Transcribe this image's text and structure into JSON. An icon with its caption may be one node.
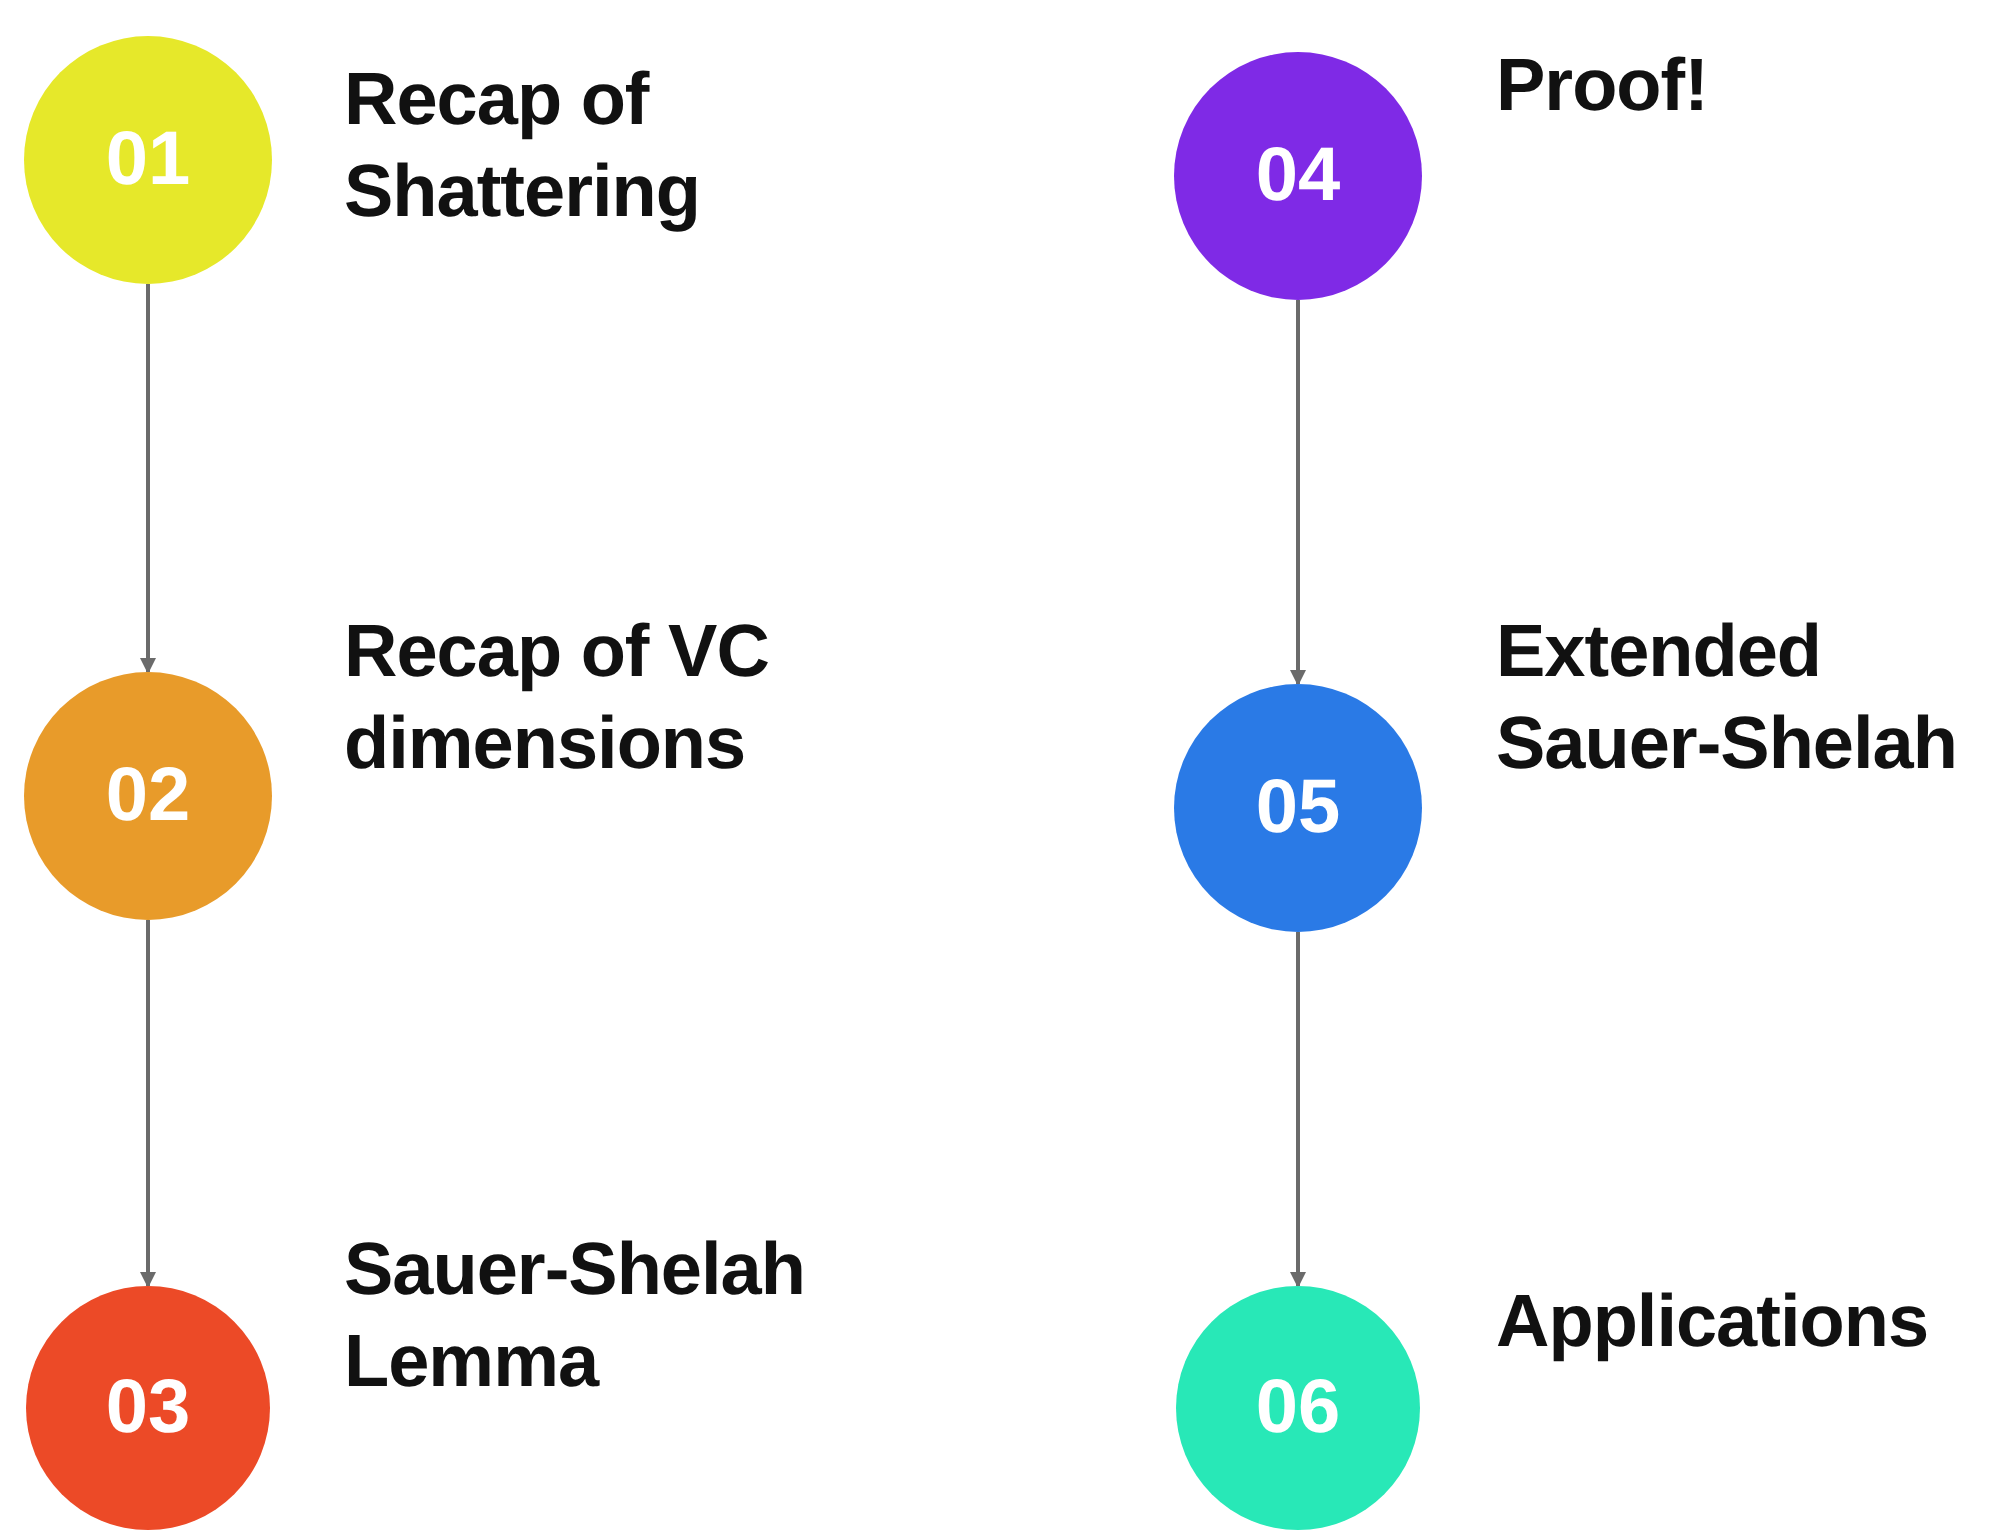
{
  "diagram": {
    "nodes": [
      {
        "text": [
          "01",
          "Recap of Shattering"
        ]
      },
      {
        "text": [
          "02",
          "Recap of VC dimensions"
        ]
      },
      {
        "text": [
          "03",
          "Sauer-Shelah Lemma"
        ]
      },
      {
        "text": [
          "04",
          "Proof!"
        ]
      },
      {
        "text": [
          "05",
          "Extended Sauer-Shelah"
        ]
      },
      {
        "text": [
          "06",
          "Applications"
        ]
      }
    ],
    "edges": [
      {
        "from": 0,
        "to": 1,
        "arrow": "to"
      },
      {
        "from": 1,
        "to": 2,
        "arrow": "to"
      },
      {
        "from": 3,
        "to": 4,
        "arrow": "to"
      },
      {
        "from": 4,
        "to": 5,
        "arrow": "to"
      }
    ]
  }
}
